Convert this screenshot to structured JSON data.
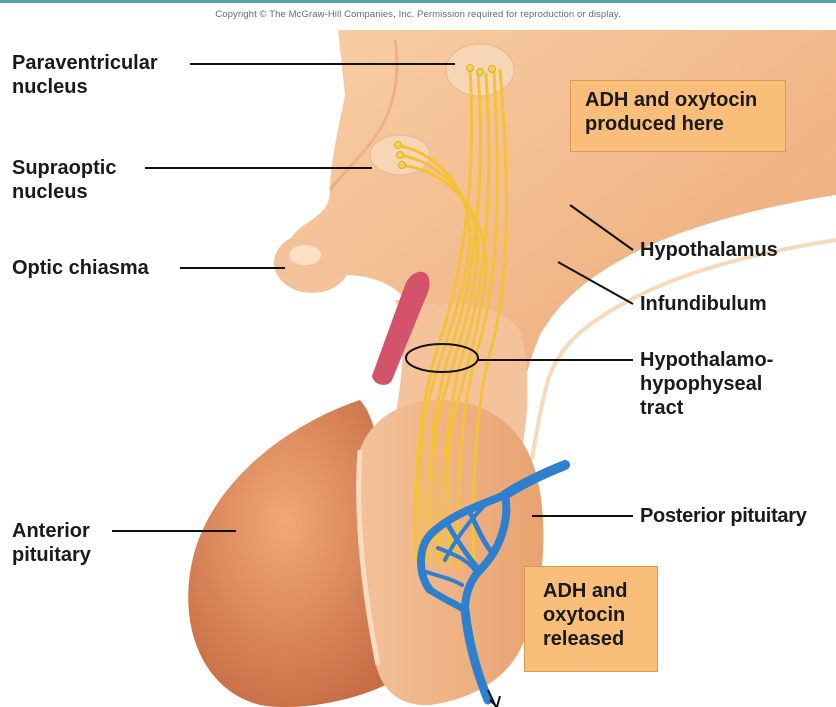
{
  "copyright": "Copyright © The McGraw-Hill Companies, Inc. Permission required for reproduction or display.",
  "labels": {
    "paraventricular": "Paraventricular\nnucleus",
    "supraoptic": "Supraoptic\nnucleus",
    "optic_chiasma": "Optic chiasma",
    "anterior_pituitary": "Anterior\npituitary",
    "hypothalamus": "Hypothalamus",
    "infundibulum": "Infundibulum",
    "tract": "Hypothalamo-\nhypophyseal\ntract",
    "posterior_pituitary": "Posterior pituitary"
  },
  "callouts": {
    "produced": "ADH and oxytocin\nproduced here",
    "released": "ADH and\noxytocin\nreleased"
  },
  "colors": {
    "tissue": "#f2b485",
    "tissue_light": "#f8d2ad",
    "anterior_pituitary": "#e69060",
    "axon": "#f5c236",
    "blood_vessel": "#2f7fcf",
    "artery": "#d4526a",
    "callout_fill": "#f9be79",
    "header_bar": "#5a9ea8"
  }
}
